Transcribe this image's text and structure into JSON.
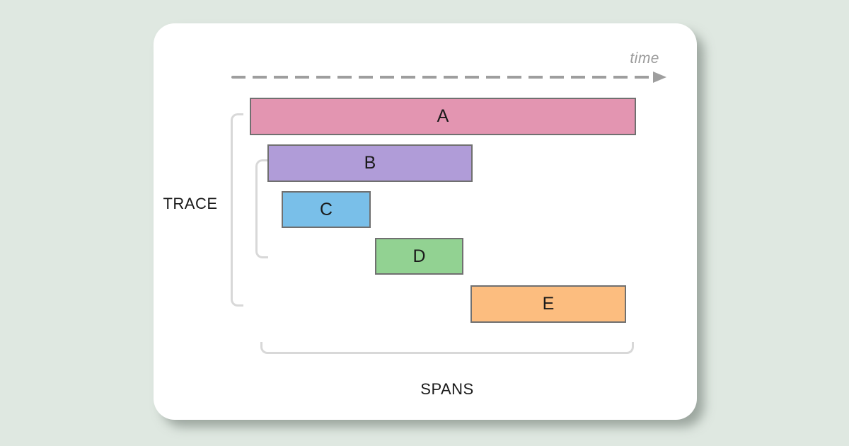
{
  "diagram": {
    "timeline": {
      "label": "time",
      "label_color": "#9b9b9b",
      "arrow_color": "#9e9e9e"
    },
    "trace": {
      "label": "TRACE"
    },
    "spans_group": {
      "label": "SPANS"
    },
    "spans": [
      {
        "label": "A",
        "color": "#e395b1"
      },
      {
        "label": "B",
        "color": "#b09cd8"
      },
      {
        "label": "C",
        "color": "#79bfe9"
      },
      {
        "label": "D",
        "color": "#92d292"
      },
      {
        "label": "E",
        "color": "#fcbd7f"
      }
    ],
    "colors": {
      "page_background": "#dfe8e1",
      "card_background": "#ffffff",
      "bar_border": "#707070",
      "bracket": "#d8d8d8",
      "label_text": "#1a1a1a"
    }
  }
}
